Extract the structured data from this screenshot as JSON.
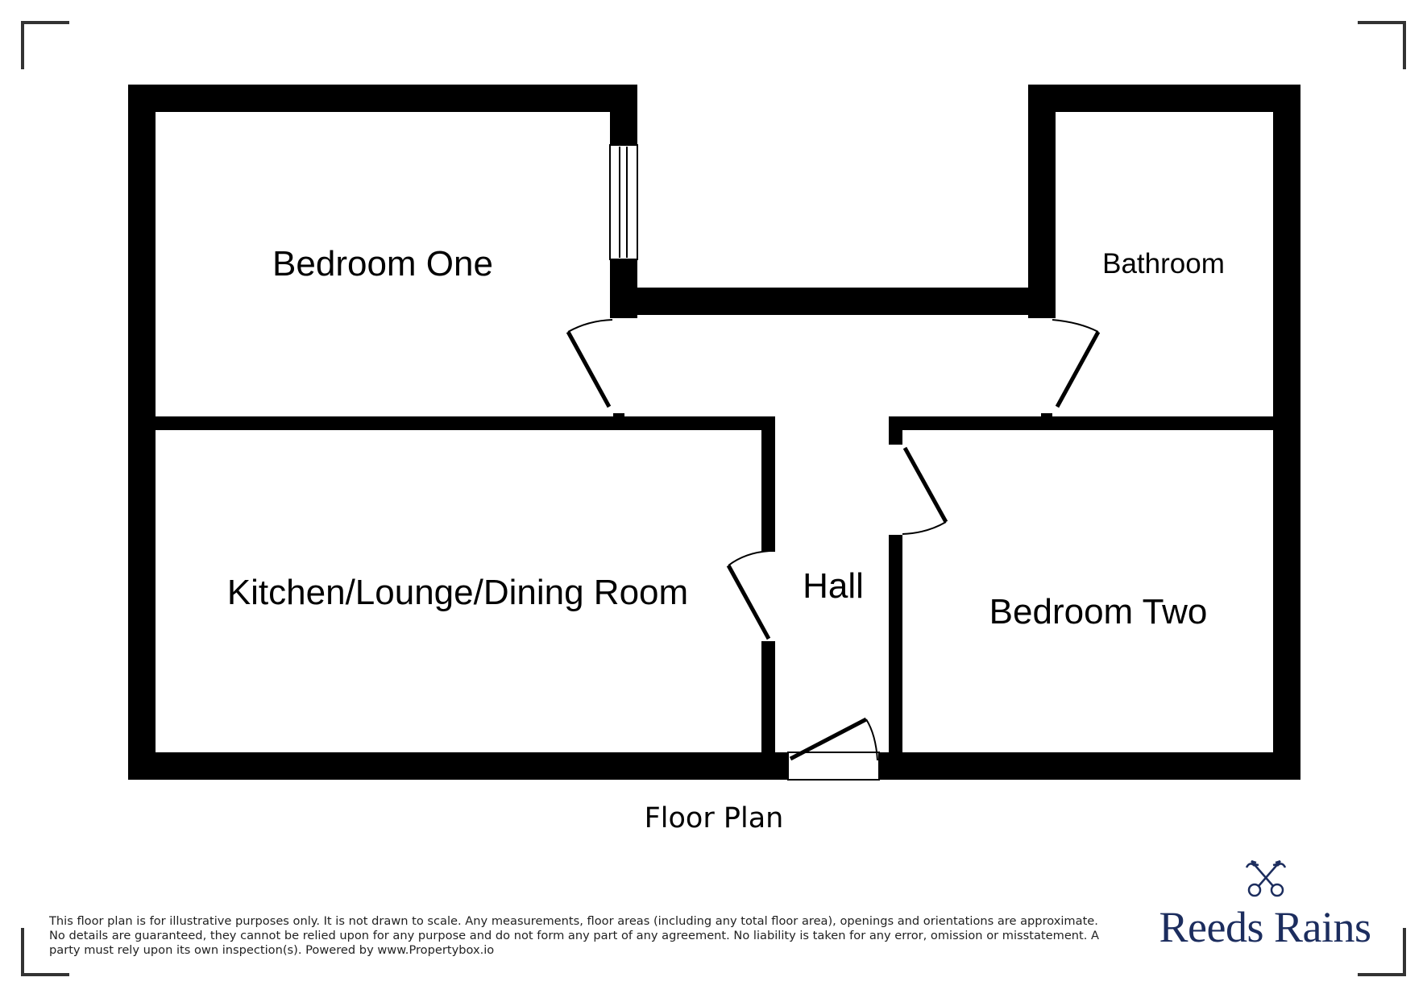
{
  "plan": {
    "caption": "Floor Plan",
    "rooms": [
      {
        "id": "bedroom-one",
        "label": "Bedroom One"
      },
      {
        "id": "bathroom",
        "label": "Bathroom"
      },
      {
        "id": "kitchen-lounge-dining",
        "label": "Kitchen/Lounge/Dining Room"
      },
      {
        "id": "hall",
        "label": "Hall"
      },
      {
        "id": "bedroom-two",
        "label": "Bedroom Two"
      }
    ],
    "wall_color": "#000000",
    "background_color": "#ffffff"
  },
  "footer": {
    "disclaimer": "This floor plan is for illustrative purposes only. It is not drawn to scale. Any measurements, floor areas (including any total floor area), openings and orientations are approximate. No details are guaranteed, they cannot be relied upon for any purpose and do not form any part of any agreement. No liability is taken for any error, omission or misstatement. A party must rely upon its own inspection(s). Powered by www.Propertybox.io"
  },
  "brand": {
    "name": "Reeds Rains",
    "icon": "crossed-keys-icon",
    "color": "#1c2d5e"
  }
}
